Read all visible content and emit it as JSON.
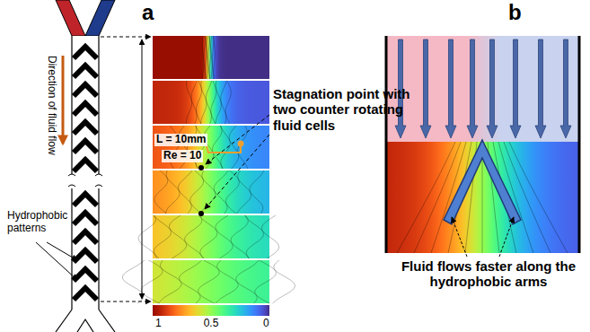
{
  "diagram": {
    "labels": [
      "a",
      "b",
      "Direction of fluid flow",
      "Hydrophobic patterns",
      "L = 10mm",
      "Re = 10",
      "Stagnation point with two counter rotating fluid cells",
      "1",
      "0.5",
      "0",
      "Fluid flows faster along the hydrophobic arms"
    ]
  }
}
